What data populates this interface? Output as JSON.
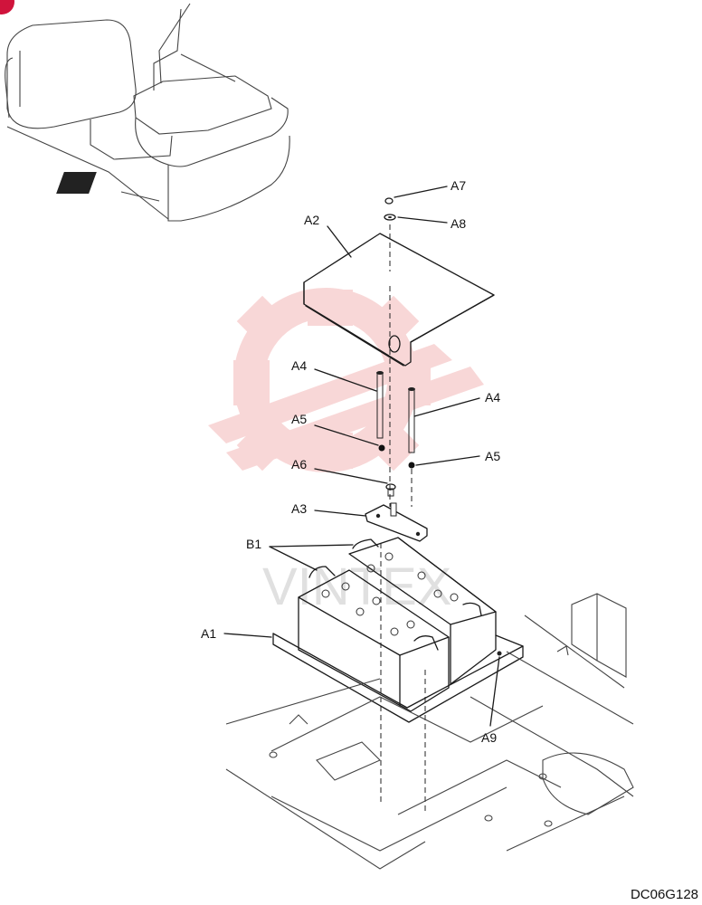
{
  "labels": {
    "A1": "A1",
    "A2": "A2",
    "A3": "A3",
    "A4_left": "A4",
    "A4_right": "A4",
    "A5_left": "A5",
    "A5_right": "A5",
    "A6": "A6",
    "A7": "A7",
    "A8": "A8",
    "A9": "A9",
    "B1": "B1"
  },
  "drawing_code": "DC06G128",
  "watermark_text": "VINTEX",
  "colors": {
    "watermark": "#f4b8b8",
    "line": "#1a1a1a",
    "marker": "#d0143c"
  }
}
